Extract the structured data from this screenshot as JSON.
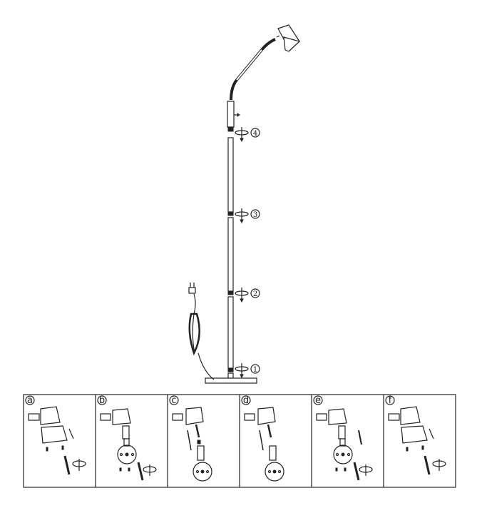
{
  "steps": [
    "1",
    "2",
    "3",
    "4"
  ],
  "panels": [
    "a",
    "b",
    "c",
    "d",
    "e",
    "f"
  ],
  "colors": {
    "line": "#222222",
    "background": "#ffffff"
  }
}
